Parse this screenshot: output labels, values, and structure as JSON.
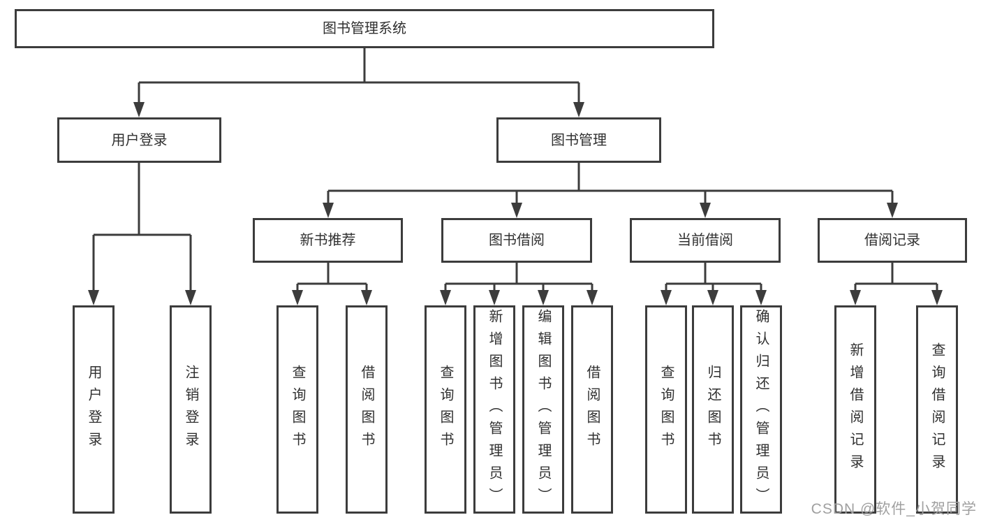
{
  "diagram_title": "图书管理系统",
  "colors": {
    "line": "#3c3c3c",
    "box_border": "#3c3c3c",
    "text": "#303030",
    "background": "#ffffff",
    "watermark": "#a0a0a0"
  },
  "nodes": {
    "root": {
      "label": "图书管理系统"
    },
    "level2": [
      {
        "id": "user-login-module",
        "label": "用户登录",
        "parent": "图书管理系统"
      },
      {
        "id": "book-management-module",
        "label": "图书管理",
        "parent": "图书管理系统"
      }
    ],
    "level3": [
      {
        "id": "new-book-recommend",
        "label": "新书推荐",
        "parent": "图书管理"
      },
      {
        "id": "book-borrowing",
        "label": "图书借阅",
        "parent": "图书管理"
      },
      {
        "id": "current-borrowing",
        "label": "当前借阅",
        "parent": "图书管理"
      },
      {
        "id": "borrowing-records",
        "label": "借阅记录",
        "parent": "图书管理"
      }
    ],
    "leaves": [
      {
        "id": "user-login",
        "label": "用户登录",
        "parent": "用户登录"
      },
      {
        "id": "logout",
        "label": "注销登录",
        "parent": "用户登录"
      },
      {
        "id": "query-books-recommend",
        "label": "查询图书",
        "parent": "新书推荐"
      },
      {
        "id": "borrow-books-recommend",
        "label": "借阅图书",
        "parent": "新书推荐"
      },
      {
        "id": "query-books-borrowing",
        "label": "查询图书",
        "parent": "图书借阅"
      },
      {
        "id": "add-books-admin",
        "label": "新增图书（管理员）",
        "parent": "图书借阅"
      },
      {
        "id": "edit-books-admin",
        "label": "编辑图书（管理员）",
        "parent": "图书借阅"
      },
      {
        "id": "borrow-books",
        "label": "借阅图书",
        "parent": "图书借阅"
      },
      {
        "id": "query-books-current",
        "label": "查询图书",
        "parent": "当前借阅"
      },
      {
        "id": "return-books",
        "label": "归还图书",
        "parent": "当前借阅"
      },
      {
        "id": "confirm-return-admin",
        "label": "确认归还（管理员）",
        "parent": "当前借阅"
      },
      {
        "id": "add-borrow-record",
        "label": "新增借阅记录",
        "parent": "借阅记录"
      },
      {
        "id": "query-borrow-record",
        "label": "查询借阅记录",
        "parent": "借阅记录"
      }
    ]
  },
  "watermark": {
    "text": "CSDN @软件_小贺同学"
  }
}
